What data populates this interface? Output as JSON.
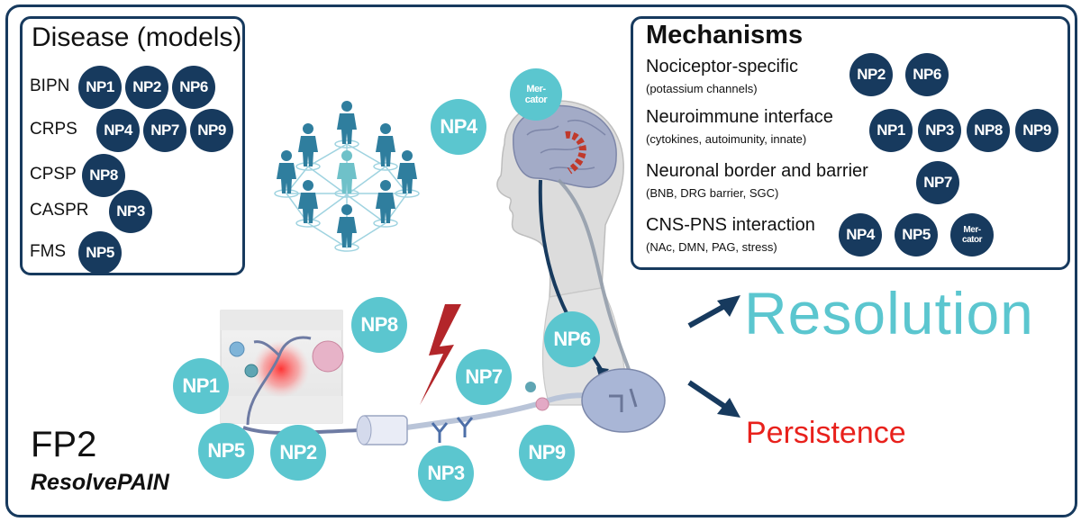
{
  "disease_panel": {
    "title": "Disease (models)",
    "rows": [
      {
        "label": "BIPN",
        "badges": [
          "NP1",
          "NP2",
          "NP6"
        ]
      },
      {
        "label": "CRPS",
        "badges": [
          "NP4",
          "NP7",
          "NP9"
        ]
      },
      {
        "label": "CPSP",
        "badges": [
          "NP8"
        ]
      },
      {
        "label": "CASPR",
        "badges": [
          "NP3"
        ]
      },
      {
        "label": "FMS",
        "badges": [
          "NP5"
        ]
      }
    ]
  },
  "mechanisms_panel": {
    "title": "Mechanisms",
    "rows": [
      {
        "heading": "Nociceptor-specific",
        "sub": "(potassium channels)",
        "badges": [
          "NP2",
          "NP6"
        ]
      },
      {
        "heading": "Neuroimmune interface",
        "sub": "(cytokines, autoimunity, innate)",
        "badges": [
          "NP1",
          "NP3",
          "NP8",
          "NP9"
        ]
      },
      {
        "heading": "Neuronal border and barrier",
        "sub": "(BNB, DRG barrier, SGC)",
        "badges": [
          "NP7"
        ]
      },
      {
        "heading": "CNS-PNS interaction",
        "sub": "(NAc, DMN, PAG, stress)",
        "badges": [
          "NP4",
          "NP5",
          "Mer-\ncator"
        ]
      }
    ]
  },
  "scene_badges": {
    "mercator": "Mer-\ncator",
    "np4": "NP4",
    "np8": "NP8",
    "np6": "NP6",
    "np1": "NP1",
    "np7": "NP7",
    "np5": "NP5",
    "np2": "NP2",
    "np3": "NP3",
    "np9": "NP9"
  },
  "project": {
    "title": "FP2",
    "subtitle": "ResolvePAIN"
  },
  "outcomes": {
    "resolution": "Resolution",
    "persistence": "Persistence"
  },
  "colors": {
    "dark_navy": "#173a5e",
    "teal": "#5bc6cf",
    "red": "#e8211c",
    "bolt": "#b3262a"
  }
}
